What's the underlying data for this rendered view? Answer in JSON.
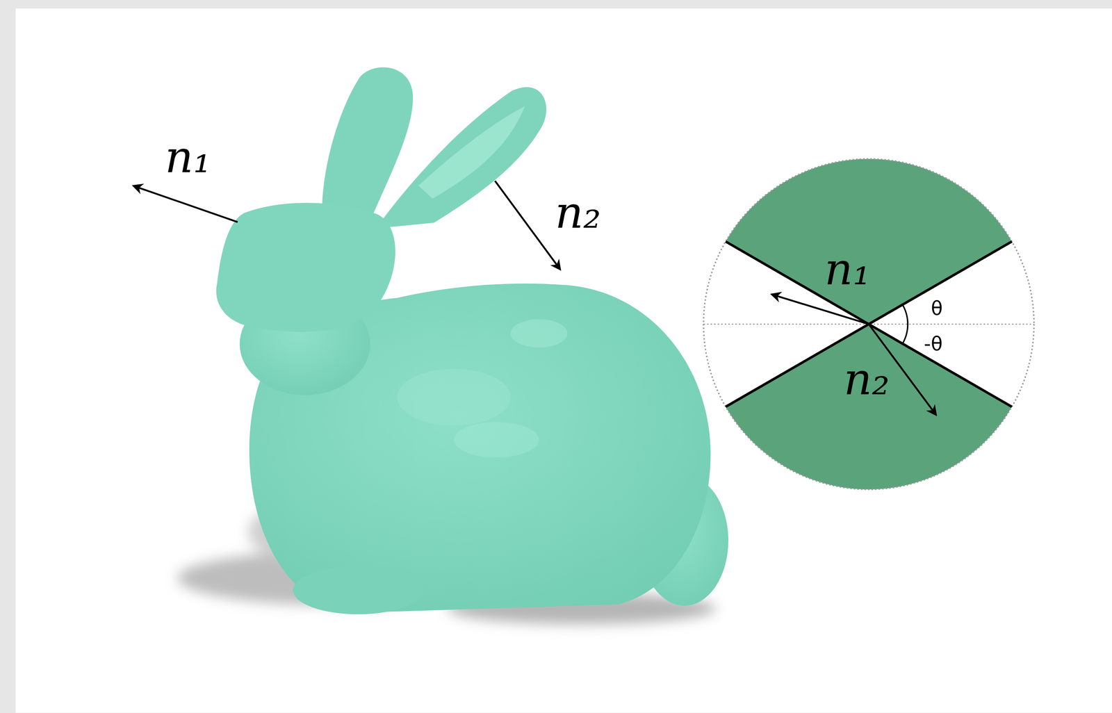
{
  "diagram": {
    "labels": [
      "n₁",
      "n₂",
      "n₁",
      "n₂",
      "θ",
      "-θ"
    ]
  }
}
